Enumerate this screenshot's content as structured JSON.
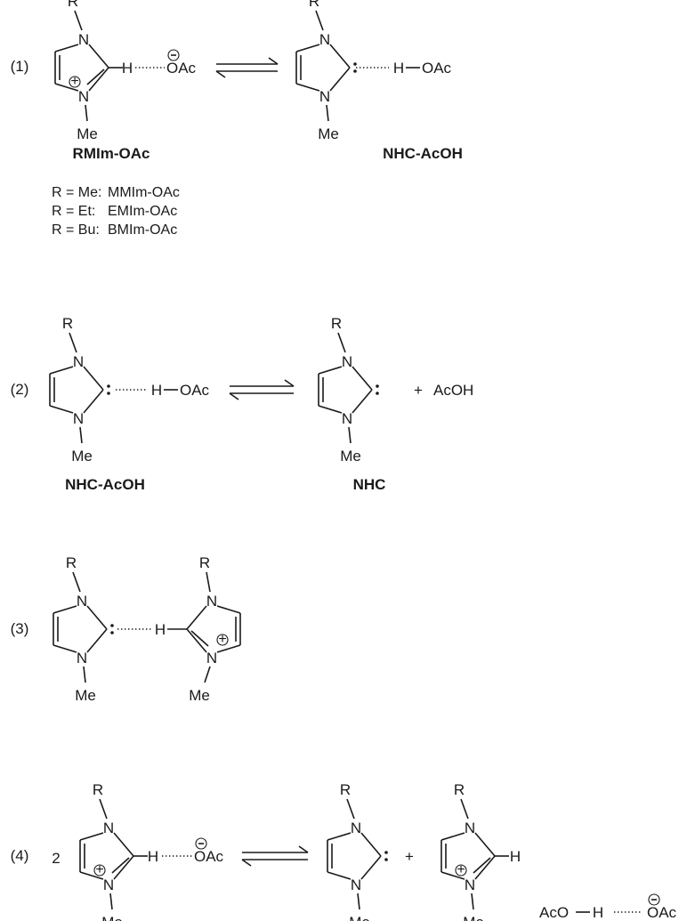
{
  "equations": [
    {
      "number": "(1)",
      "reactant_label": "RMIm-OAc",
      "product_label": "NHC-AcOH",
      "reactant": {
        "R": "R",
        "N": "N",
        "Me": "Me",
        "H": "H",
        "anion": "OAc"
      },
      "product": {
        "R": "R",
        "N": "N",
        "Me": "Me",
        "H": "H",
        "O": "OAc"
      },
      "definitions": [
        {
          "r": "R = Me:",
          "name": "MMIm-OAc"
        },
        {
          "r": "R = Et:",
          "name": "EMIm-OAc"
        },
        {
          "r": "R = Bu:",
          "name": "BMIm-OAc"
        }
      ]
    },
    {
      "number": "(2)",
      "reactant_label": "NHC-AcOH",
      "product_label": "NHC",
      "plus": "+",
      "acid": "AcOH"
    },
    {
      "number": "(3)"
    },
    {
      "number": "(4)",
      "coefficient": "2",
      "plus": "+",
      "acid_pair": {
        "left": "AcO",
        "h": "H",
        "right": "OAc"
      }
    }
  ],
  "atoms": {
    "R": "R",
    "N": "N",
    "Me": "Me",
    "H": "H",
    "OAc": "OAc",
    "minus": "−",
    "plusc": "+"
  }
}
